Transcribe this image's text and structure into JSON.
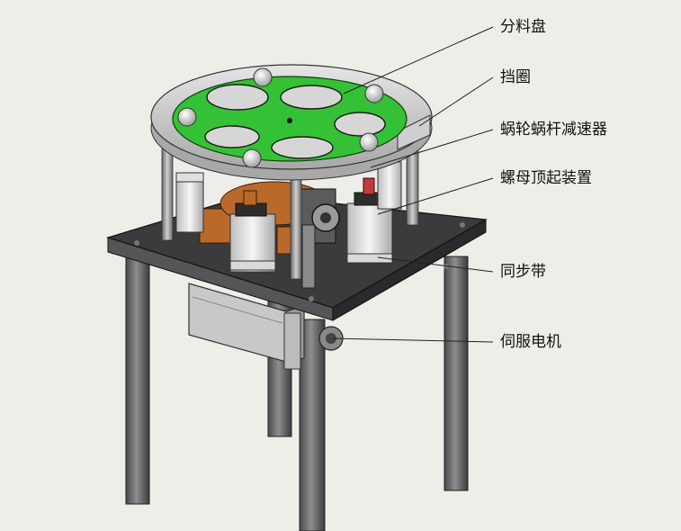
{
  "labels": {
    "distribution_disk": "分料盘",
    "retaining_ring": "挡圈",
    "worm_gear_reducer": "蜗轮蜗杆减速器",
    "nut_lifting_device": "螺母顶起装置",
    "timing_belt": "同步带",
    "servo_motor": "伺服电机"
  },
  "colors": {
    "background": "#eeeee9",
    "disk_green": "#35c135",
    "ring_metal": "#d7d7d7",
    "plate_dark": "#3f3f41",
    "leg_gray": "#6b6b6d",
    "bronze": "#b96a2a"
  }
}
